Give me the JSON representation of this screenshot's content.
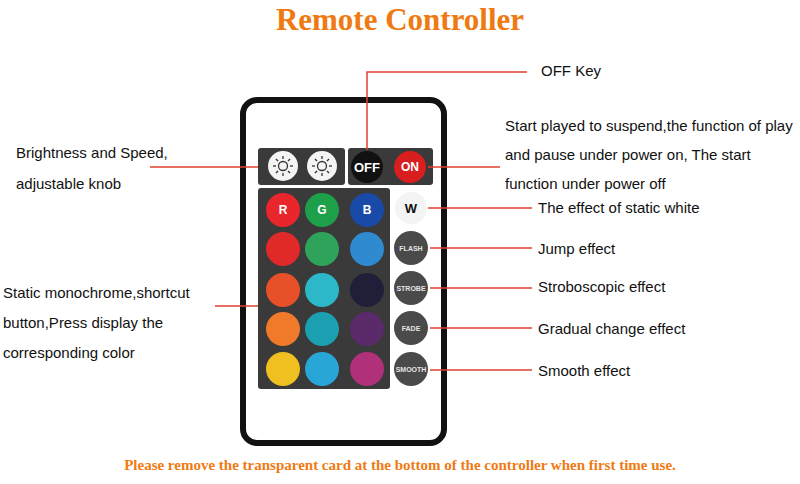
{
  "diagram": {
    "title": "Remote Controller",
    "caption": "Please remove the transparent card at the bottom of the controller when first time use.",
    "nodes": [
      {
        "text": [
          "OFF"
        ]
      },
      {
        "text": [
          "ON"
        ]
      },
      {
        "text": [
          "R"
        ]
      },
      {
        "text": [
          "G"
        ]
      },
      {
        "text": [
          "B"
        ]
      },
      {
        "text": [
          "W"
        ]
      },
      {
        "text": [
          "FLASH"
        ]
      },
      {
        "text": [
          "STROBE"
        ]
      },
      {
        "text": [
          "FADE"
        ]
      },
      {
        "text": [
          "SMOOTH"
        ]
      }
    ],
    "labels": [
      "OFF Key",
      "Start played to suspend,the function of play and pause under power on, The start function under power off",
      "Brightness and Speed, adjustable knob",
      "The effect of static white",
      "Jump effect",
      "Static monochrome,shortcut button,Press display the corresponding color",
      "Stroboscopic effect",
      "Gradual change effect",
      "Smooth effect"
    ]
  }
}
